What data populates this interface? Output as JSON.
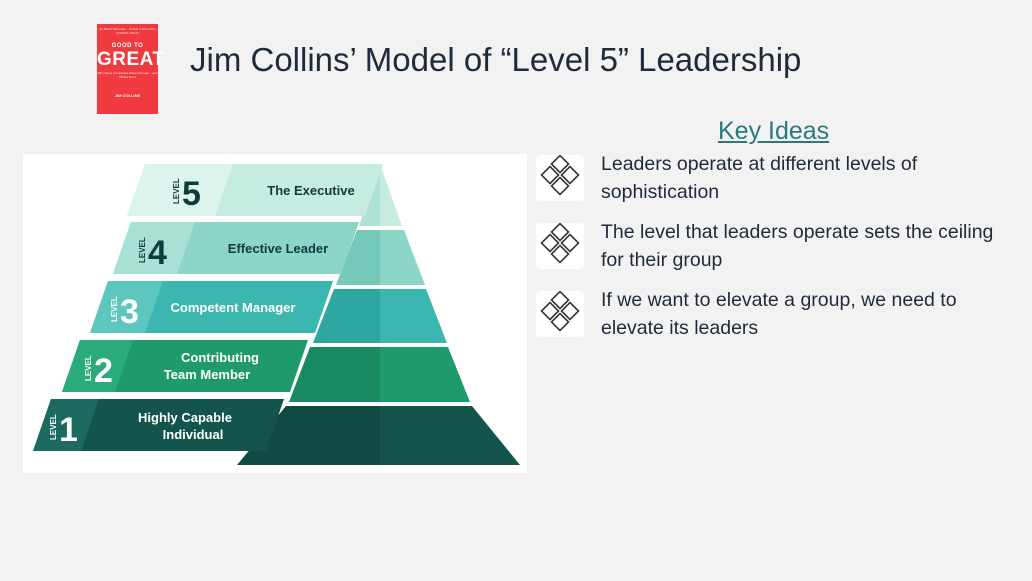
{
  "book": {
    "tiny_top": "#1 BESTSELLER · OVER 4 MILLION COPIES SOLD",
    "word1": "GOOD TO",
    "word2": "GREAT",
    "subtitle": "Why Some Companies Make the Leap... and Others Don't",
    "author": "JIM COLLINS"
  },
  "title": "Jim Collins’ Model of “Level 5” Leadership",
  "pyramid": {
    "level_word": "LEVEL",
    "levels": [
      {
        "number": "5",
        "line1": "The Executive",
        "line2": ""
      },
      {
        "number": "4",
        "line1": "Effective Leader",
        "line2": ""
      },
      {
        "number": "3",
        "line1": "Competent Manager",
        "line2": ""
      },
      {
        "number": "2",
        "line1": "Contributing",
        "line2": "Team Member"
      },
      {
        "number": "1",
        "line1": "Highly Capable",
        "line2": "Individual"
      }
    ]
  },
  "key_ideas": {
    "heading": "Key Ideas",
    "items": [
      {
        "text": "Leaders operate at different levels of sophistication",
        "icon": "diamond-cluster-icon"
      },
      {
        "text": "The level that leaders operate sets the ceiling for their group",
        "icon": "diamond-cluster-icon"
      },
      {
        "text": "If we want to elevate a group, we need to elevate its leaders",
        "icon": "diamond-cluster-icon"
      }
    ]
  },
  "colors": {
    "title": "#1f2a3a",
    "key_ideas_heading": "#2a7a7a",
    "level_5": "#c6ece1",
    "level_4": "#8dd5c6",
    "level_3": "#3cb7b0",
    "level_2": "#1f9a6d",
    "level_1": "#13554d",
    "book": "#f03a3f"
  }
}
